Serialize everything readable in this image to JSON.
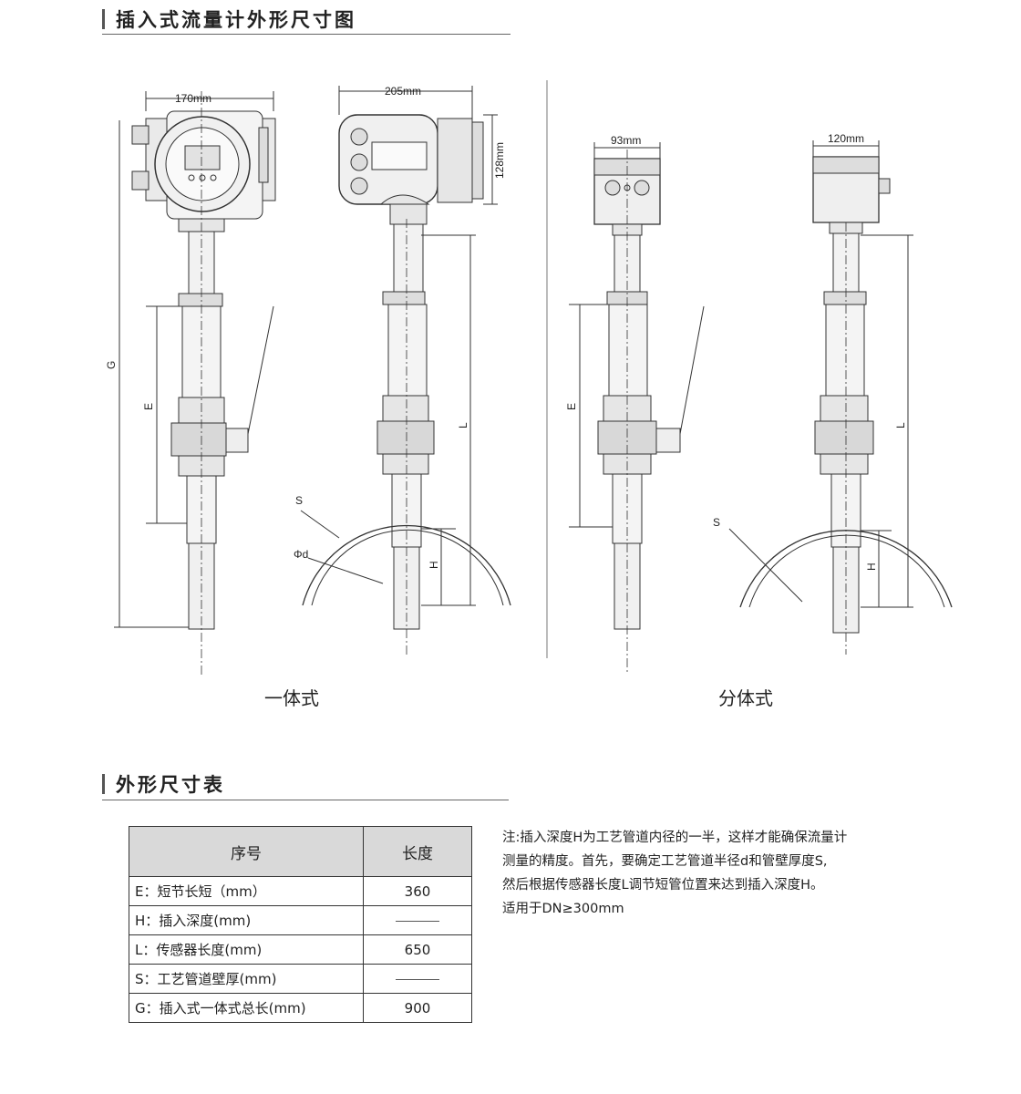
{
  "section1": {
    "title": "插入式流量计外形尺寸图"
  },
  "drawing": {
    "dim_labels": {
      "w170": "170mm",
      "w205": "205mm",
      "h128": "128mm",
      "w93": "93mm",
      "w120": "120mm",
      "G": "G",
      "E": "E",
      "L": "L",
      "H": "H",
      "S": "S",
      "phid": "Φd"
    },
    "captions": {
      "integrated": "一体式",
      "split": "分体式"
    }
  },
  "section2": {
    "title": "外形尺寸表"
  },
  "table": {
    "headers": [
      "序号",
      "长度"
    ],
    "rows": [
      {
        "label": "E：短节长短（mm）",
        "value": "360"
      },
      {
        "label": "H：插入深度(mm)",
        "value": ""
      },
      {
        "label": "L：传感器长度(mm)",
        "value": "650"
      },
      {
        "label": "S：工艺管道壁厚(mm)",
        "value": ""
      },
      {
        "label": "G：插入式一体式总长(mm)",
        "value": "900"
      }
    ]
  },
  "note": {
    "lines": [
      "注:插入深度H为工艺管道内径的一半，这样才能确保流量计",
      "测量的精度。首先，要确定工艺管道半径d和管壁厚度S,",
      "然后根据传感器长度L调节短管位置来达到插入深度H。",
      "适用于DN≥300mm"
    ]
  }
}
